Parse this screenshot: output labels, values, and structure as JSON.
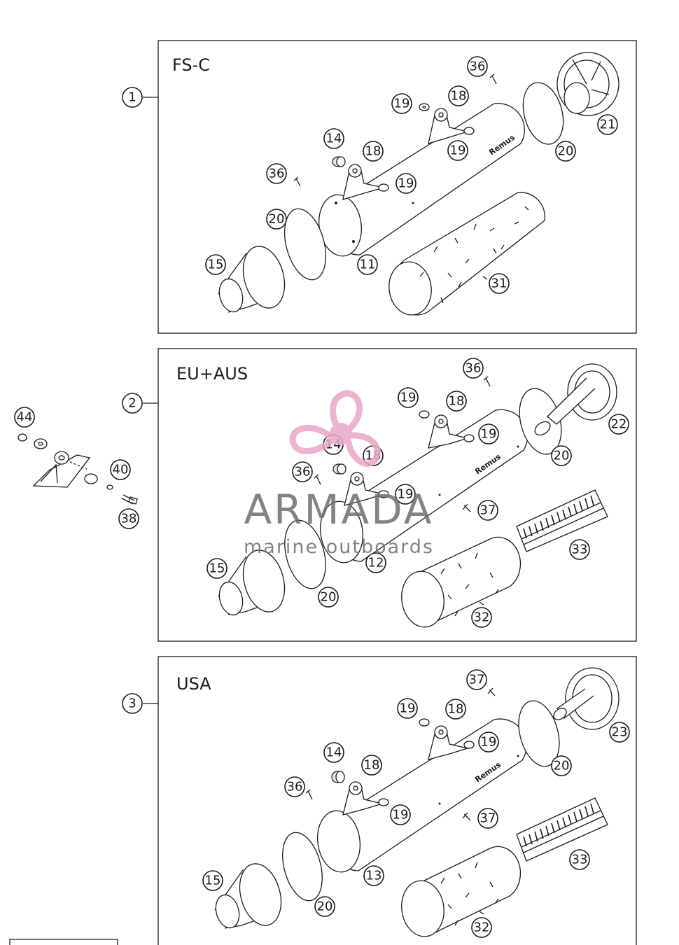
{
  "panels": [
    {
      "id": "1",
      "variant": "FS-C",
      "callouts": [
        "36",
        "19",
        "18",
        "21",
        "14",
        "18",
        "19",
        "20",
        "36",
        "19",
        "20",
        "15",
        "11",
        "31"
      ]
    },
    {
      "id": "2",
      "variant": "EU+AUS",
      "callouts": [
        "36",
        "19",
        "18",
        "22",
        "14",
        "18",
        "19",
        "20",
        "36",
        "19",
        "37",
        "33",
        "15",
        "12",
        "20",
        "32"
      ]
    },
    {
      "id": "3",
      "variant": "USA",
      "callouts": [
        "37",
        "19",
        "18",
        "23",
        "19",
        "20",
        "14",
        "18",
        "36",
        "19",
        "37",
        "33",
        "15",
        "13",
        "20",
        "32"
      ]
    }
  ],
  "side_detail": {
    "callouts": [
      "44",
      "40",
      "38"
    ]
  },
  "muffler_badge": "Remus",
  "watermark": {
    "brand": "ARMADA",
    "tagline": "marine outboards",
    "logo_color": "#e9a6c6"
  },
  "colors": {
    "line": "#1a1a1a",
    "background": "#ffffff",
    "watermark_logo": "#e9a6c6",
    "watermark_text": "#6e6e6e"
  }
}
